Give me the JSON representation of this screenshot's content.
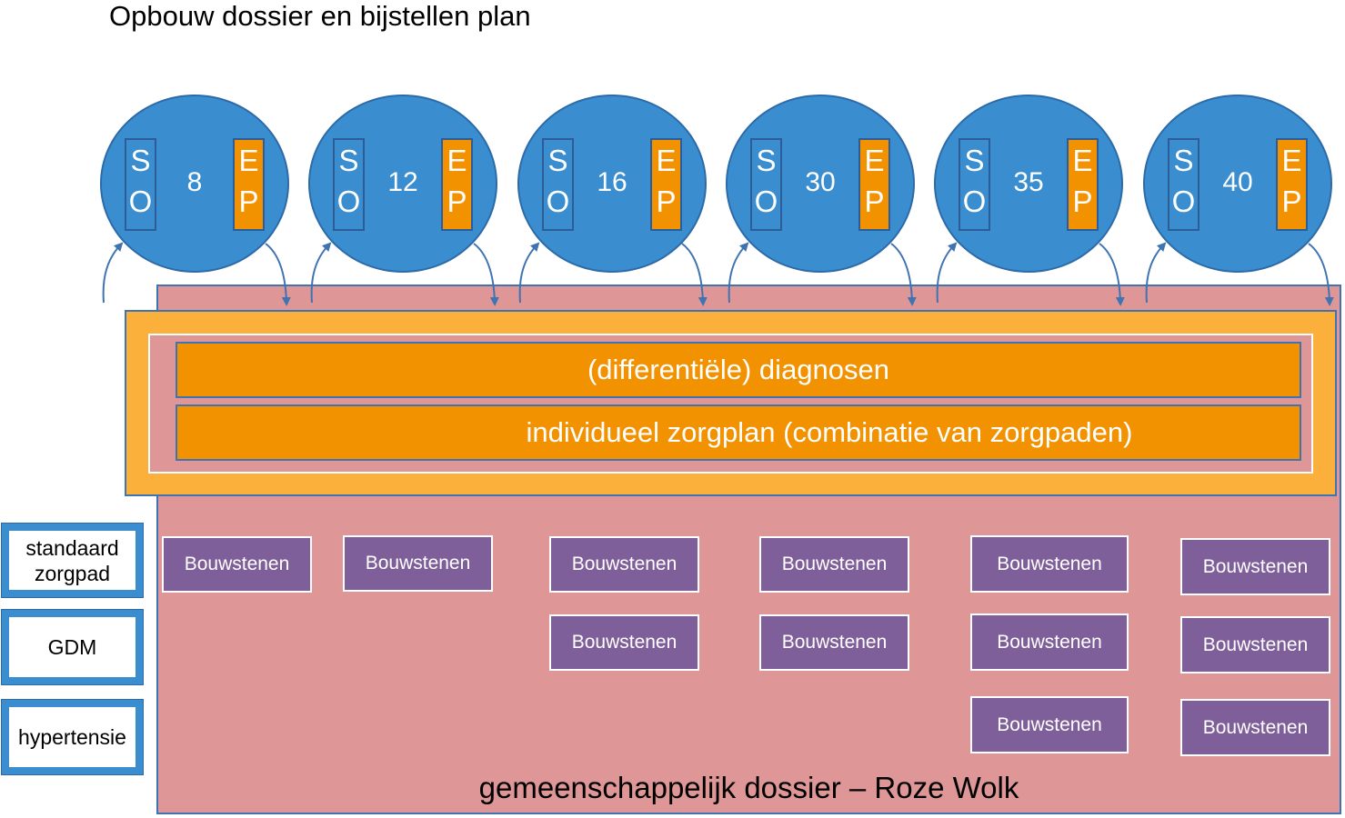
{
  "title": "Opbouw dossier en bijstellen plan",
  "moments": [
    {
      "week": "8",
      "so": [
        "S",
        "O"
      ],
      "ep": [
        "E",
        "P"
      ]
    },
    {
      "week": "12",
      "so": [
        "S",
        "O"
      ],
      "ep": [
        "E",
        "P"
      ]
    },
    {
      "week": "16",
      "so": [
        "S",
        "O"
      ],
      "ep": [
        "E",
        "P"
      ]
    },
    {
      "week": "30",
      "so": [
        "S",
        "O"
      ],
      "ep": [
        "E",
        "P"
      ]
    },
    {
      "week": "35",
      "so": [
        "S",
        "O"
      ],
      "ep": [
        "E",
        "P"
      ]
    },
    {
      "week": "40",
      "so": [
        "S",
        "O"
      ],
      "ep": [
        "E",
        "P"
      ]
    }
  ],
  "plan": {
    "diagnoses": "(differentiële) diagnosen",
    "care_plan": "individueel zorgplan (combinatie van zorgpaden)"
  },
  "care_paths": [
    "standaard zorgpad",
    "GDM",
    "hypertensie"
  ],
  "building_block_label": "Bouwstenen",
  "dossier_label": "gemeenschappelijk dossier – Roze Wolk",
  "colors": {
    "circle": "#3a8ed0",
    "orange": "#f39200",
    "frame": "#fbb03b",
    "dossier": "#de9696",
    "block": "#7f5f9a",
    "border_blue": "#3f73b2"
  }
}
